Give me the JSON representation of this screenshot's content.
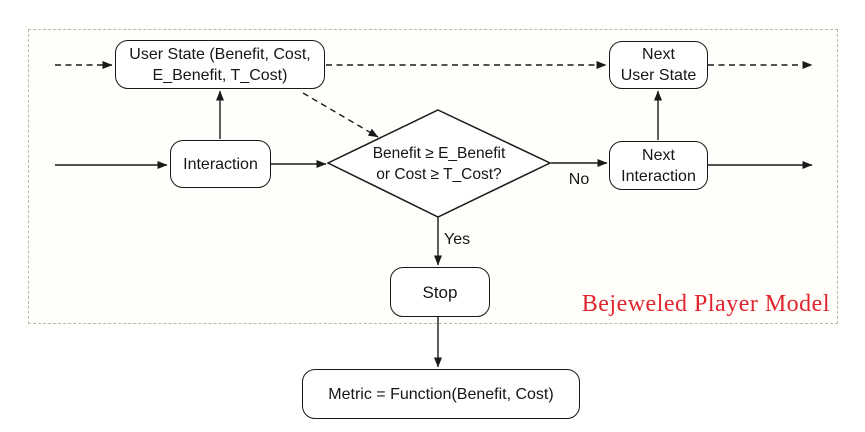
{
  "diagram": {
    "caption": {
      "text": "Bejeweled Player Model",
      "color": "#e0252f"
    },
    "nodes": {
      "user_state": {
        "line1": "User State (Benefit, Cost,",
        "line2": "E_Benefit, T_Cost)"
      },
      "interaction": {
        "label": "Interaction"
      },
      "decision": {
        "line1": "Benefit ≥ E_Benefit",
        "line2": "or Cost ≥ T_Cost?"
      },
      "next_user_state": {
        "line1": "Next",
        "line2": "User State"
      },
      "next_interaction": {
        "line1": "Next",
        "line2": "Interaction"
      },
      "stop": {
        "label": "Stop"
      },
      "metric": {
        "label": "Metric = Function(Benefit, Cost)"
      }
    },
    "edge_labels": {
      "no": "No",
      "yes": "Yes"
    },
    "colors": {
      "node_border": "#181818",
      "frame_border": "#b9b9a4",
      "arrow": "#1a1a1a"
    }
  }
}
